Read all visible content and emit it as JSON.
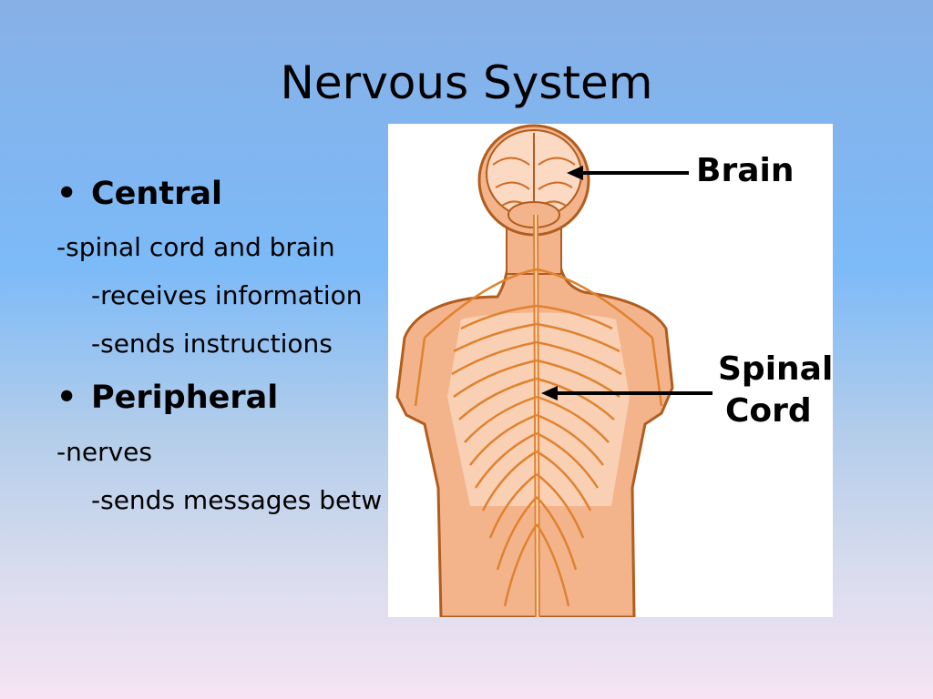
{
  "slide": {
    "title": "Nervous System",
    "bullets": [
      {
        "bullet": "•",
        "heading": "Central",
        "lines": [
          {
            "text": "-spinal cord and brain",
            "indent": 1
          },
          {
            "text": "-receives information",
            "indent": 2
          },
          {
            "text": "-sends instructions",
            "indent": 2
          }
        ]
      },
      {
        "bullet": "•",
        "heading": "Peripheral",
        "lines": [
          {
            "text": "-nerves",
            "indent": 1
          },
          {
            "text": "-sends messages betw",
            "indent": 2
          }
        ]
      }
    ]
  },
  "figure": {
    "labels": {
      "brain": "Brain",
      "spinal": "Spinal",
      "cord": "Cord"
    },
    "colors": {
      "skin": "#f3b48c",
      "skin_light": "#fbd9c2",
      "nerve": "#e0822e",
      "outline": "#b15d1e",
      "arrow": "#000000"
    }
  }
}
